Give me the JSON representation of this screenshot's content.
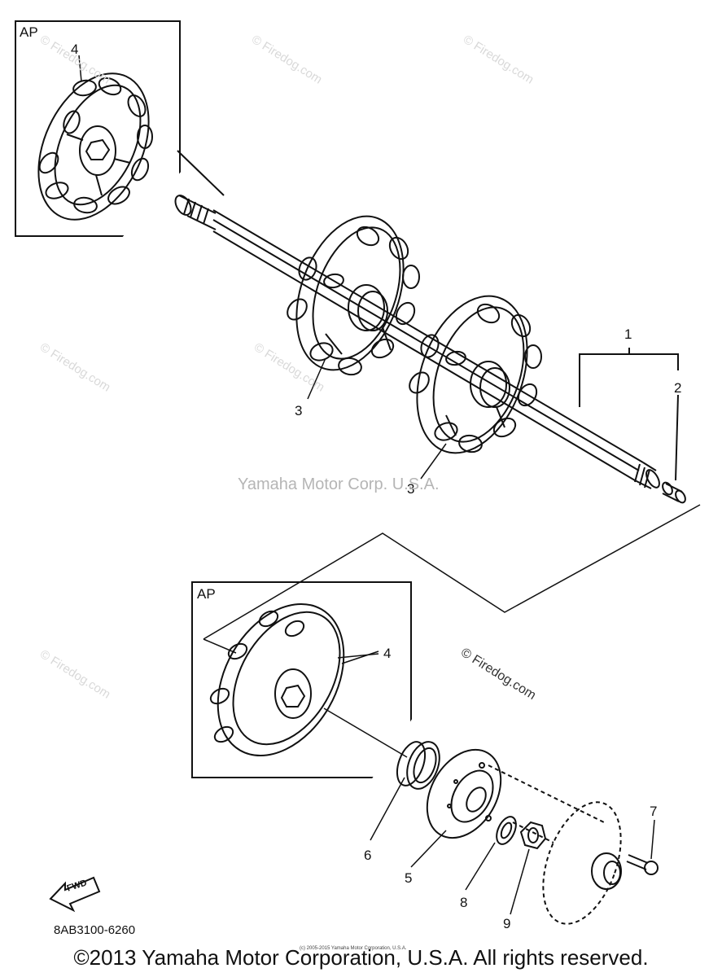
{
  "insets": {
    "top": {
      "label": "AP"
    },
    "bottom": {
      "label": "AP"
    }
  },
  "callouts": {
    "c1": "1",
    "c2": "2",
    "c3a": "3",
    "c3b": "3",
    "c4a": "4",
    "c4b": "4",
    "c5": "5",
    "c6": "6",
    "c7": "7",
    "c8": "8",
    "c9": "9"
  },
  "watermarks": {
    "center": "Yamaha Motor Corp. U.S.A.",
    "firedog": "© Firedog.com",
    "faint": "© Firedog.com"
  },
  "fwd_label": "FWD",
  "part_code": "8AB3100-6260",
  "fine_print": "(c) 2005-2015 Yamaha Motor Corporation, U.S.A.",
  "copyright": "©2013 Yamaha Motor Corporation, U.S.A. All rights reserved."
}
